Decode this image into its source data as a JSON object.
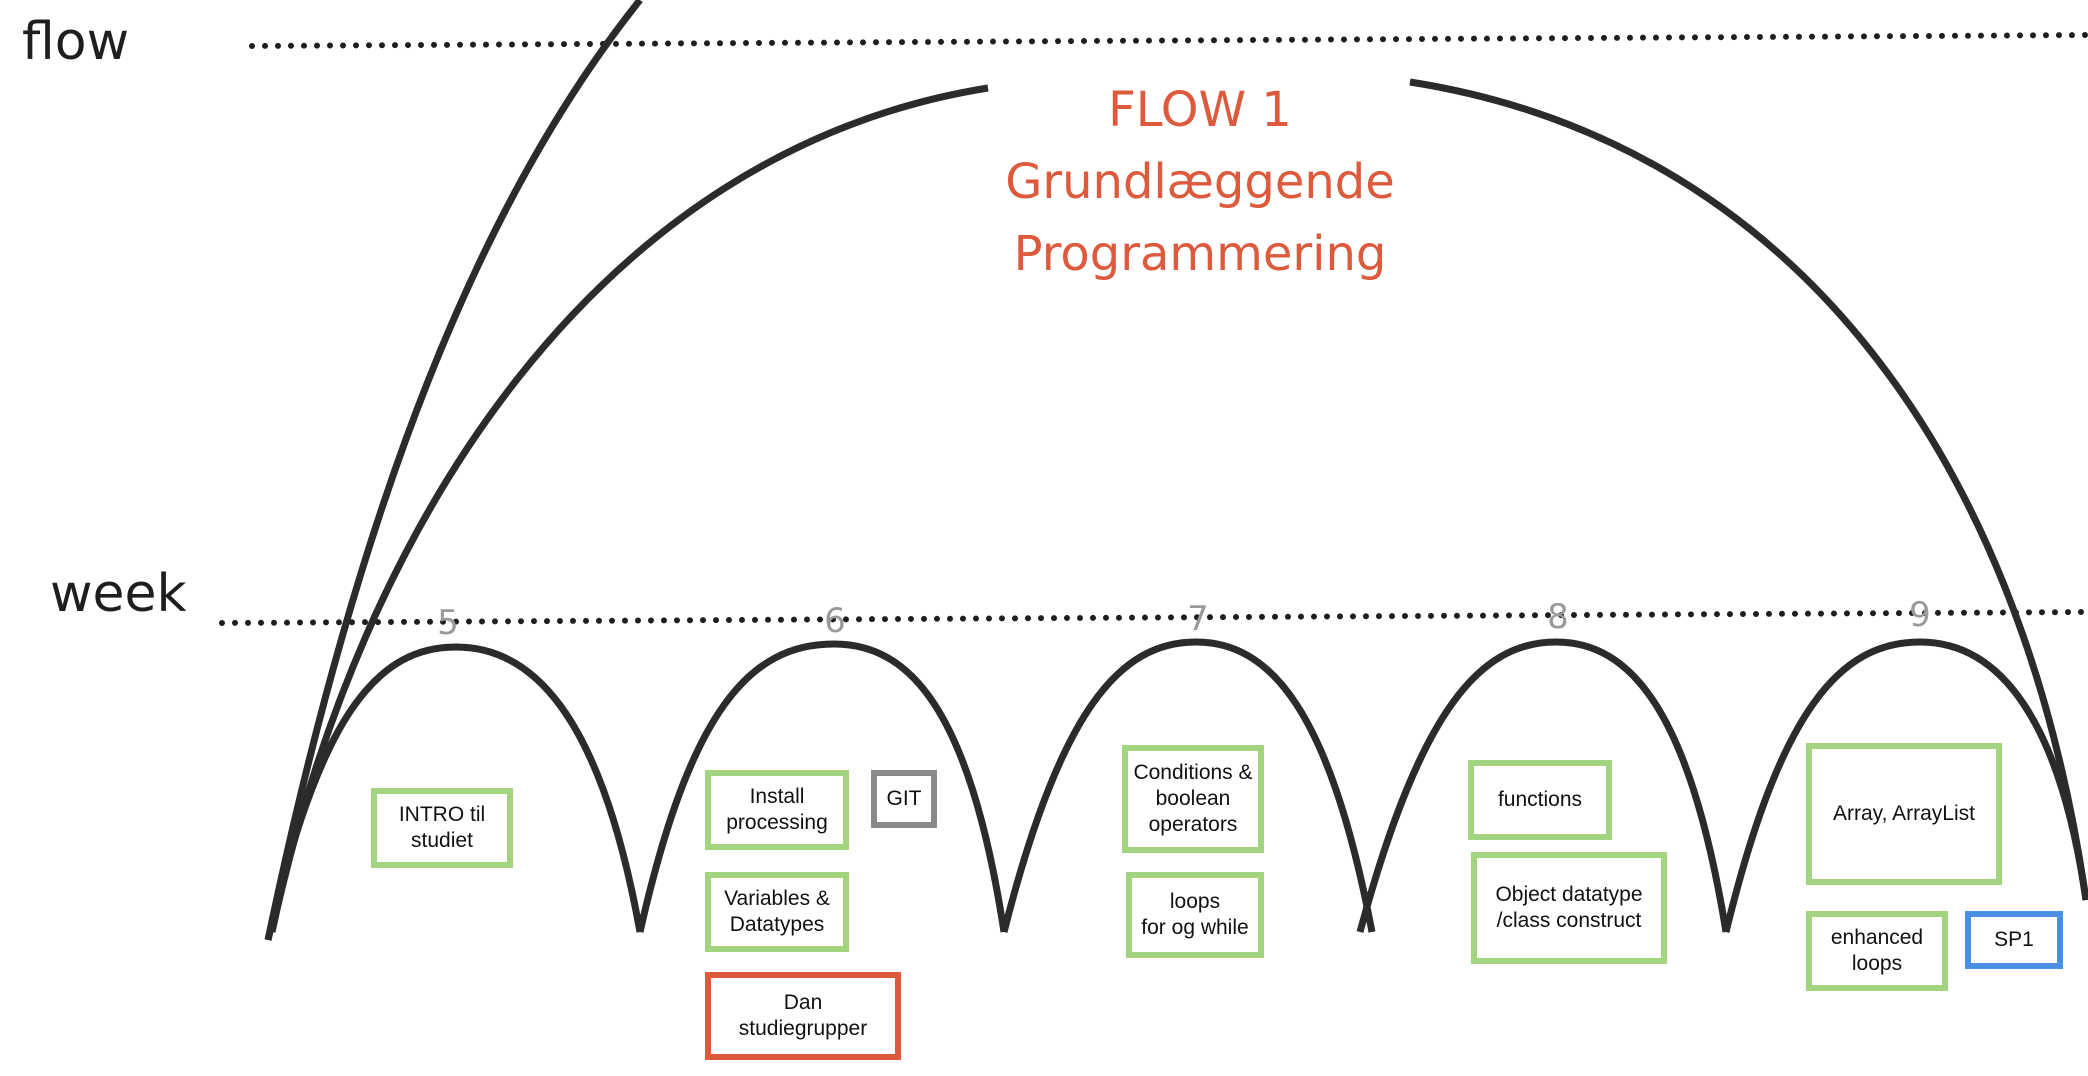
{
  "rows": {
    "flow_label": "flow",
    "week_label": "week"
  },
  "flow": {
    "title_lines": [
      "FLOW 1",
      "Grundlæggende",
      "Programmering"
    ]
  },
  "weeks": [
    "5",
    "6",
    "7",
    "8",
    "9"
  ],
  "topics": [
    {
      "id": "intro",
      "text": "INTRO til\nstudiet",
      "kind": "topic"
    },
    {
      "id": "install",
      "text": "Install\nprocessing",
      "kind": "topic"
    },
    {
      "id": "git",
      "text": "GIT",
      "kind": "tool"
    },
    {
      "id": "variables",
      "text": "Variables &\nDatatypes",
      "kind": "topic"
    },
    {
      "id": "dan",
      "text": "Dan\nstudiegrupper",
      "kind": "activity"
    },
    {
      "id": "conditions",
      "text": "Conditions &\nboolean\noperators",
      "kind": "topic"
    },
    {
      "id": "loops",
      "text": "loops\nfor og while",
      "kind": "topic"
    },
    {
      "id": "functions",
      "text": "functions",
      "kind": "topic"
    },
    {
      "id": "object",
      "text": "Object datatype\n/class construct",
      "kind": "topic"
    },
    {
      "id": "array",
      "text": "Array, ArrayList",
      "kind": "topic"
    },
    {
      "id": "enhanced",
      "text": "enhanced\nloops",
      "kind": "topic"
    },
    {
      "id": "sp1",
      "text": "SP1",
      "kind": "project"
    }
  ],
  "colors": {
    "topic": "#a3d47f",
    "tool": "#8a8a8a",
    "activity": "#dd5a3c",
    "project": "#4a90e2",
    "title": "#dd5a3c",
    "arc": "#2b2b2b"
  }
}
